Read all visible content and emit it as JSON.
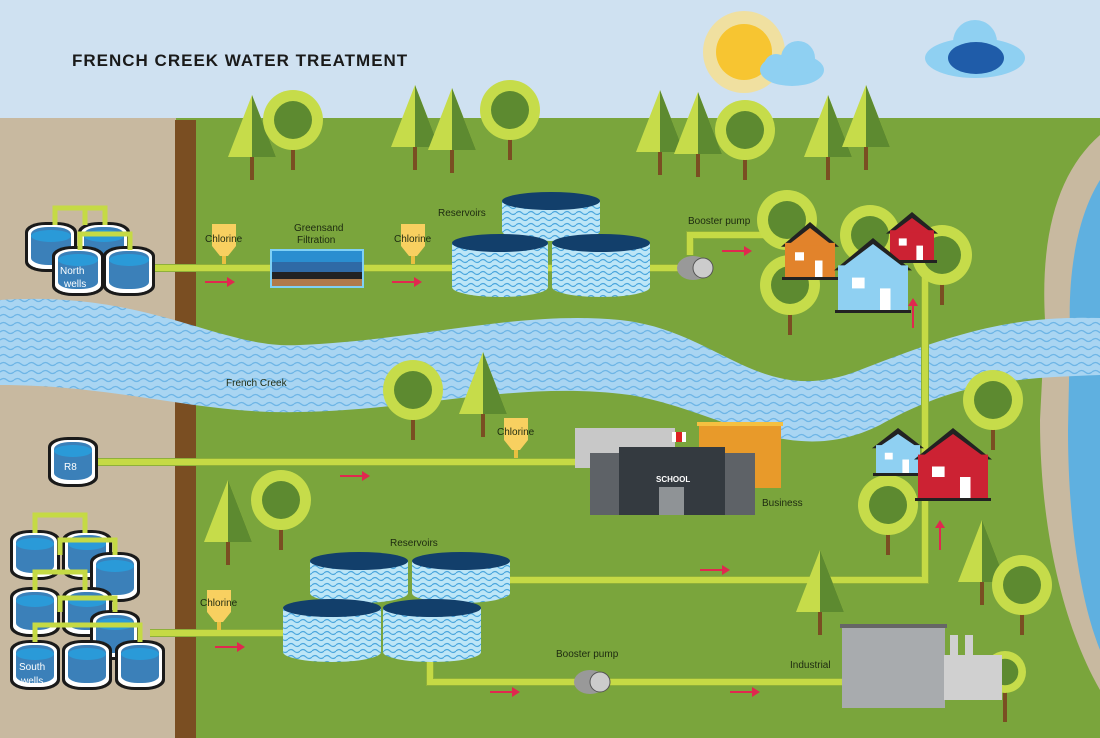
{
  "title": "FRENCH CREEK WATER TREATMENT",
  "labels": {
    "chlorine": "Chlorine",
    "greensand_1": "Greensand",
    "greensand_2": "Filtration",
    "reservoirs": "Reservoirs",
    "booster_pump": "Booster pump",
    "french_creek": "French Creek",
    "school": "SCHOOL",
    "business": "Business",
    "industrial": "Industrial",
    "north_wells_1": "North",
    "north_wells_2": "wells",
    "r8": "R8",
    "south_wells_1": "South",
    "south_wells_2": "wells"
  },
  "colors": {
    "sky": "#cfe1f1",
    "grass": "#7aa53c",
    "sand": "#c8b9a0",
    "river": "#a9d5f2",
    "pipe": "#c5da45",
    "arrow": "#e0284f",
    "water": "#3b80b9"
  }
}
